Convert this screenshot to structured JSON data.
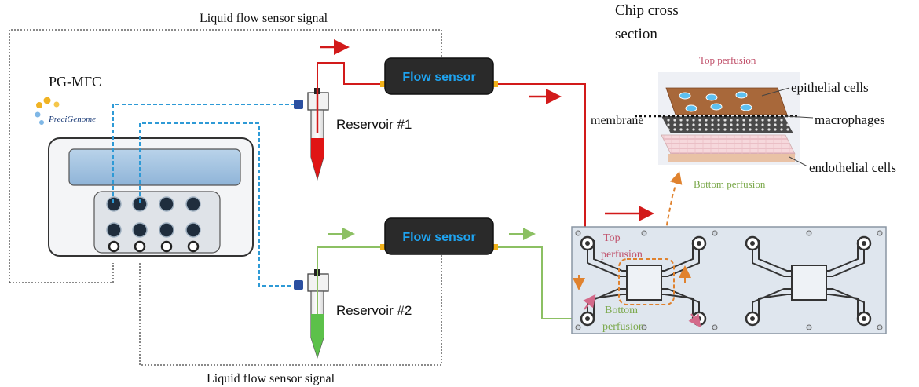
{
  "diagram": {
    "signal_label_top": "Liquid flow sensor signal",
    "signal_label_bottom": "Liquid flow sensor signal",
    "chip_cross_section_line1": "Chip cross",
    "chip_cross_section_line2": "section",
    "controller_label": "PG-MFC",
    "logo_text": "PreciGenome",
    "flow_sensor_1": "Flow sensor",
    "flow_sensor_2": "Flow sensor",
    "reservoir_1": "Reservoir #1",
    "reservoir_2": "Reservoir #2",
    "cross_section": {
      "top_perfusion": "Top perfusion",
      "bottom_perfusion": "Bottom perfusion",
      "epithelial": "epithelial cells",
      "membrane": "membrane",
      "macrophages": "macrophages",
      "endothelial": "endothelial cells"
    },
    "chip": {
      "top_perfusion_line1": "Top",
      "top_perfusion_line2": "perfusion",
      "bottom_perfusion_line1": "Bottom",
      "bottom_perfusion_line2": "perfusion"
    },
    "colors": {
      "red_line": "#d21a1a",
      "green_line": "#8cc063",
      "blue_dashed": "#2e9ad6",
      "orange_dashed": "#e0822e",
      "flow_sensor_text": "#1ea3f0",
      "flow_sensor_box": "#2a2a2a",
      "top_label": "#c0506a",
      "bottom_label": "#7aa84a"
    }
  }
}
